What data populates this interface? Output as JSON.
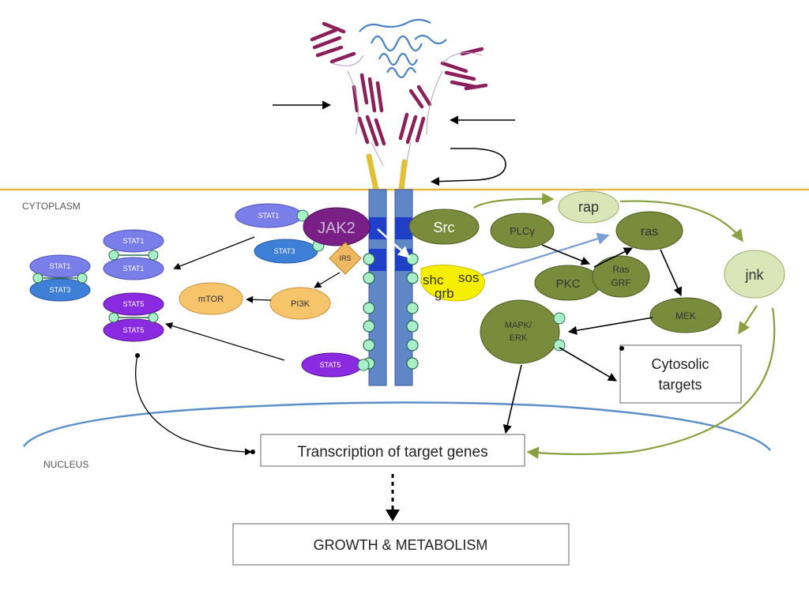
{
  "regions": {
    "cytoplasm": "CYTOPLASM",
    "nucleus": "NUCLEUS"
  },
  "left_pathway": {
    "stat1_a": "STAT1",
    "stat3_a": "STAT3",
    "jak2": "JAK2",
    "irs": "IRS",
    "stat1_dimer_top": "STAT1",
    "stat1_dimer_bottom": "STAT1",
    "stat1_het": "STAT1",
    "stat3_het": "STAT3",
    "stat5_dimer_top": "STAT5",
    "stat5_dimer_bottom": "STAT5",
    "mtor": "mTOR",
    "pi3k": "PI3K",
    "stat5_single": "STAT5"
  },
  "right_pathway": {
    "src": "Src",
    "shc": "shc",
    "grb": "grb",
    "sos": "sos",
    "rap": "rap",
    "plcg": "PLCγ",
    "ras": "ras",
    "pkc": "PKC",
    "ras_grf_1": "Ras",
    "ras_grf_2": "GRF",
    "jnk": "jnk",
    "mek": "MEK",
    "mapk_1": "MAPK/",
    "mapk_2": "ERK",
    "cytosolic_1": "Cytosolic",
    "cytosolic_2": "targets"
  },
  "boxes": {
    "transcription": "Transcription of target genes",
    "growth": "GROWTH & METABOLISM"
  },
  "colors": {
    "membrane": "#e8b84a",
    "nucleus_line": "#5b8ec9",
    "olive": "#7a8c3c",
    "olive_dark": "#4e5a20",
    "light_green": "#dbe6b8",
    "stat_violet": "#7a7ee8",
    "stat_blue": "#3e7fd8",
    "stat5_purple": "#8a2be2",
    "jak2_purple": "#7a1f86",
    "orange": "#f6c46a",
    "receptor_blue": "#5f86c6",
    "receptor_dark": "#1f3fc9",
    "dot_green": "#a9f0c8",
    "protein_magenta": "#8a1f5a",
    "protein_blue": "#4a82c2",
    "yellow": "#f5ee00"
  }
}
